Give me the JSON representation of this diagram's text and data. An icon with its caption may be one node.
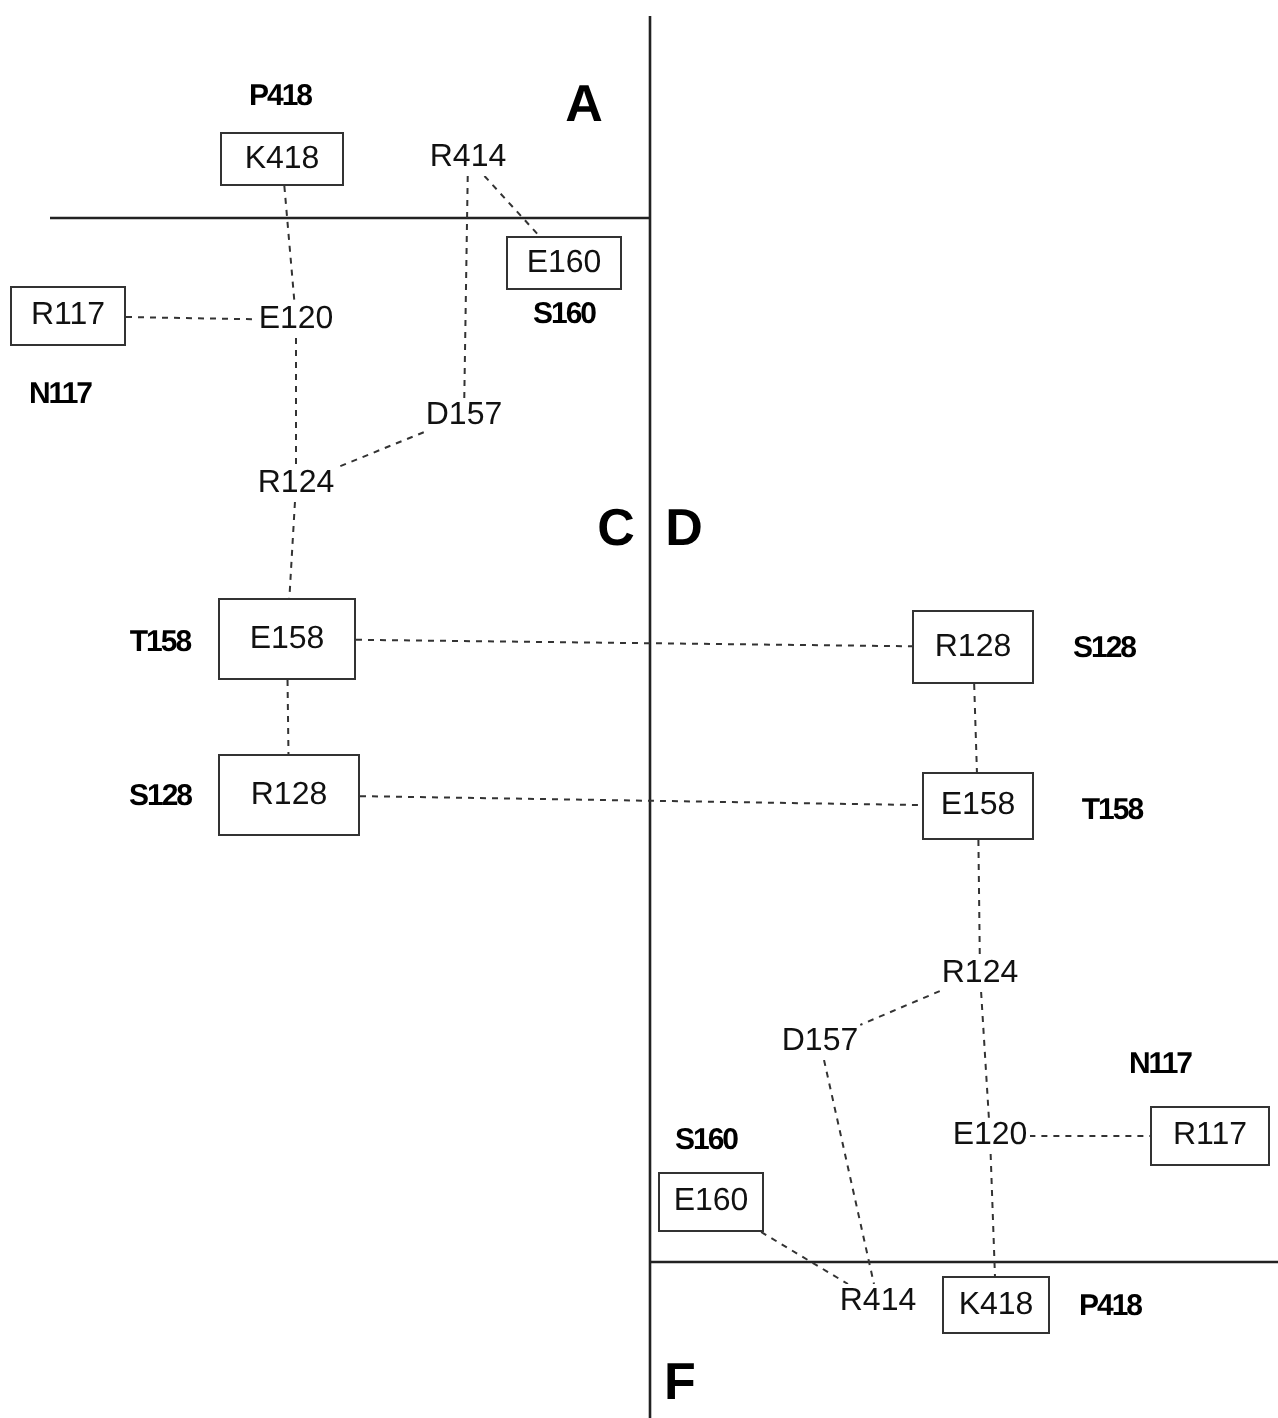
{
  "diagram": {
    "nodes": [
      {
        "text": [
          "K418"
        ],
        "beside": [
          "P418"
        ]
      },
      {
        "text": [
          "R414"
        ]
      },
      {
        "text": [
          "E160"
        ],
        "beside": [
          "S160"
        ]
      },
      {
        "text": [
          "R117"
        ],
        "beside": [
          "N117"
        ]
      },
      {
        "text": [
          "E120"
        ]
      },
      {
        "text": [
          "D157"
        ]
      },
      {
        "text": [
          "R124"
        ]
      },
      {
        "text": [
          "E158"
        ],
        "beside": [
          "T158"
        ]
      },
      {
        "text": [
          "R128"
        ],
        "beside": [
          "S128"
        ]
      },
      {
        "text": [
          "R128"
        ],
        "beside": [
          "S128"
        ]
      },
      {
        "text": [
          "E158"
        ],
        "beside": [
          "T158"
        ]
      },
      {
        "text": [
          "R124"
        ]
      },
      {
        "text": [
          "D157"
        ]
      },
      {
        "text": [
          "E160"
        ],
        "beside": [
          "S160"
        ]
      },
      {
        "text": [
          "E120"
        ]
      },
      {
        "text": [
          "R117"
        ],
        "beside": [
          "N117"
        ]
      },
      {
        "text": [
          "R414"
        ]
      },
      {
        "text": [
          "K418"
        ],
        "beside": [
          "P418"
        ]
      }
    ],
    "edges": [
      {
        "from": 0,
        "to": 4,
        "arrow": "none",
        "style": "dashed"
      },
      {
        "from": 1,
        "to": 2,
        "arrow": "none",
        "style": "dashed"
      },
      {
        "from": 1,
        "to": 5,
        "arrow": "none",
        "style": "dashed"
      },
      {
        "from": 3,
        "to": 4,
        "arrow": "none",
        "style": "dashed"
      },
      {
        "from": 4,
        "to": 6,
        "arrow": "none",
        "style": "dashed"
      },
      {
        "from": 5,
        "to": 6,
        "arrow": "none",
        "style": "dashed"
      },
      {
        "from": 6,
        "to": 7,
        "arrow": "none",
        "style": "dashed"
      },
      {
        "from": 7,
        "to": 8,
        "arrow": "none",
        "style": "dashed"
      },
      {
        "from": 7,
        "to": 9,
        "arrow": "none",
        "style": "dashed"
      },
      {
        "from": 8,
        "to": 10,
        "arrow": "none",
        "style": "dashed"
      },
      {
        "from": 9,
        "to": 10,
        "arrow": "none",
        "style": "dashed"
      },
      {
        "from": 10,
        "to": 11,
        "arrow": "none",
        "style": "dashed"
      },
      {
        "from": 11,
        "to": 12,
        "arrow": "none",
        "style": "dashed"
      },
      {
        "from": 11,
        "to": 14,
        "arrow": "none",
        "style": "dashed"
      },
      {
        "from": 14,
        "to": 15,
        "arrow": "none",
        "style": "dashed"
      },
      {
        "from": 14,
        "to": 17,
        "arrow": "none",
        "style": "dashed"
      },
      {
        "from": 12,
        "to": 16,
        "arrow": "none",
        "style": "dashed"
      },
      {
        "from": 13,
        "to": 16,
        "arrow": "none",
        "style": "dashed"
      }
    ],
    "labels": [
      "A",
      "C",
      "D",
      "F"
    ]
  }
}
